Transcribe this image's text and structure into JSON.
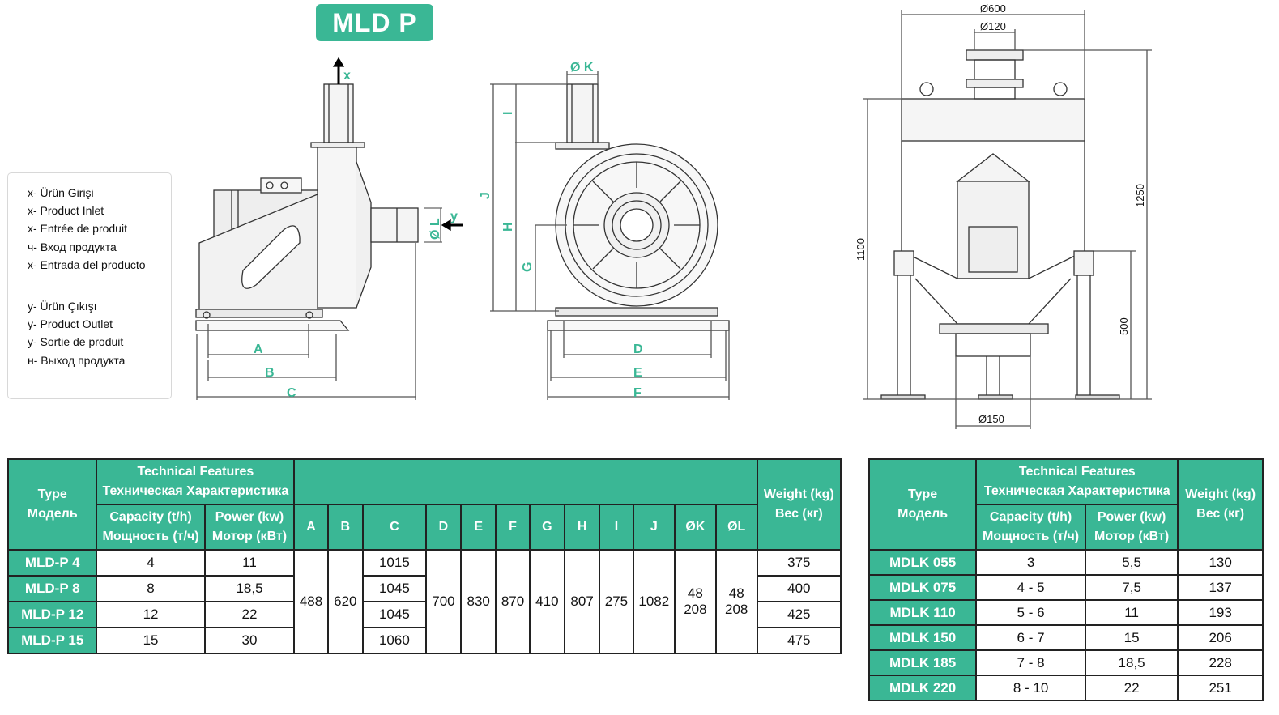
{
  "title": "MLD P",
  "legend": [
    "x- Ürün Girişi",
    "x- Product Inlet",
    "x- Entrée de produit",
    "ч- Вход продукта",
    "x- Entrada del producto",
    "y- Ürün Çıkışı",
    "y- Product Outlet",
    "y- Sortie de produit",
    "н- Выход продукта"
  ],
  "drawing": {
    "side": {
      "x": "x",
      "y": "y",
      "oL": "Ø L",
      "A": "A",
      "B": "B",
      "C": "C"
    },
    "front": {
      "oK": "Ø K",
      "I": "I",
      "J": "J",
      "H": "H",
      "G": "G",
      "D": "D",
      "E": "E",
      "F": "F"
    },
    "mdlk": {
      "d600": "Ø600",
      "d120": "Ø120",
      "d150": "Ø150",
      "h1250": "1250",
      "h1100": "1100",
      "h500": "500"
    }
  },
  "table1": {
    "header": {
      "type": "Type",
      "type_ru": "Модель",
      "tech": "Technical Features",
      "tech_ru": "Техническая Характеристика",
      "capacity": "Capacity (t/h)",
      "capacity_ru": "Мощность (т/ч)",
      "power": "Power (kw)",
      "power_ru": "Мотор (кВт)",
      "weight": "Weight (kg)",
      "weight_ru": "Вес (кг)",
      "A": "A",
      "B": "B",
      "C": "C",
      "D": "D",
      "E": "E",
      "F": "F",
      "G": "G",
      "H": "H",
      "I": "I",
      "J": "J",
      "K": "ØK",
      "L": "ØL"
    },
    "rows": [
      {
        "type": "MLD-P 4",
        "capacity": "4",
        "power": "11",
        "C": "1015",
        "weight": "375"
      },
      {
        "type": "MLD-P 8",
        "capacity": "8",
        "power": "18,5",
        "C": "1045",
        "weight": "400"
      },
      {
        "type": "MLD-P 12",
        "capacity": "12",
        "power": "22",
        "C": "1045",
        "weight": "425"
      },
      {
        "type": "MLD-P 15",
        "capacity": "15",
        "power": "30",
        "C": "1060",
        "weight": "475"
      }
    ],
    "common": {
      "A": "488",
      "B": "620",
      "D": "700",
      "E": "830",
      "F": "870",
      "G": "410",
      "H": "807",
      "I": "275",
      "J": "1082",
      "K1": "48",
      "K2": "208",
      "L1": "48",
      "L2": "208"
    }
  },
  "table2": {
    "header": {
      "type": "Type",
      "type_ru": "Модель",
      "tech": "Technical Features",
      "tech_ru": "Техническая Характеристика",
      "capacity": "Capacity (t/h)",
      "capacity_ru": "Мощность (т/ч)",
      "power": "Power (kw)",
      "power_ru": "Мотор (кВт)",
      "weight": "Weight (kg)",
      "weight_ru": "Вес (кг)"
    },
    "rows": [
      {
        "type": "MDLK 055",
        "capacity": "3",
        "power": "5,5",
        "weight": "130"
      },
      {
        "type": "MDLK 075",
        "capacity": "4 - 5",
        "power": "7,5",
        "weight": "137"
      },
      {
        "type": "MDLK 110",
        "capacity": "5 - 6",
        "power": "11",
        "weight": "193"
      },
      {
        "type": "MDLK 150",
        "capacity": "6 - 7",
        "power": "15",
        "weight": "206"
      },
      {
        "type": "MDLK 185",
        "capacity": "7 - 8",
        "power": "18,5",
        "weight": "228"
      },
      {
        "type": "MDLK 220",
        "capacity": "8 - 10",
        "power": "22",
        "weight": "251"
      }
    ]
  },
  "colors": {
    "accent": "#3ab795",
    "line": "#333333"
  }
}
